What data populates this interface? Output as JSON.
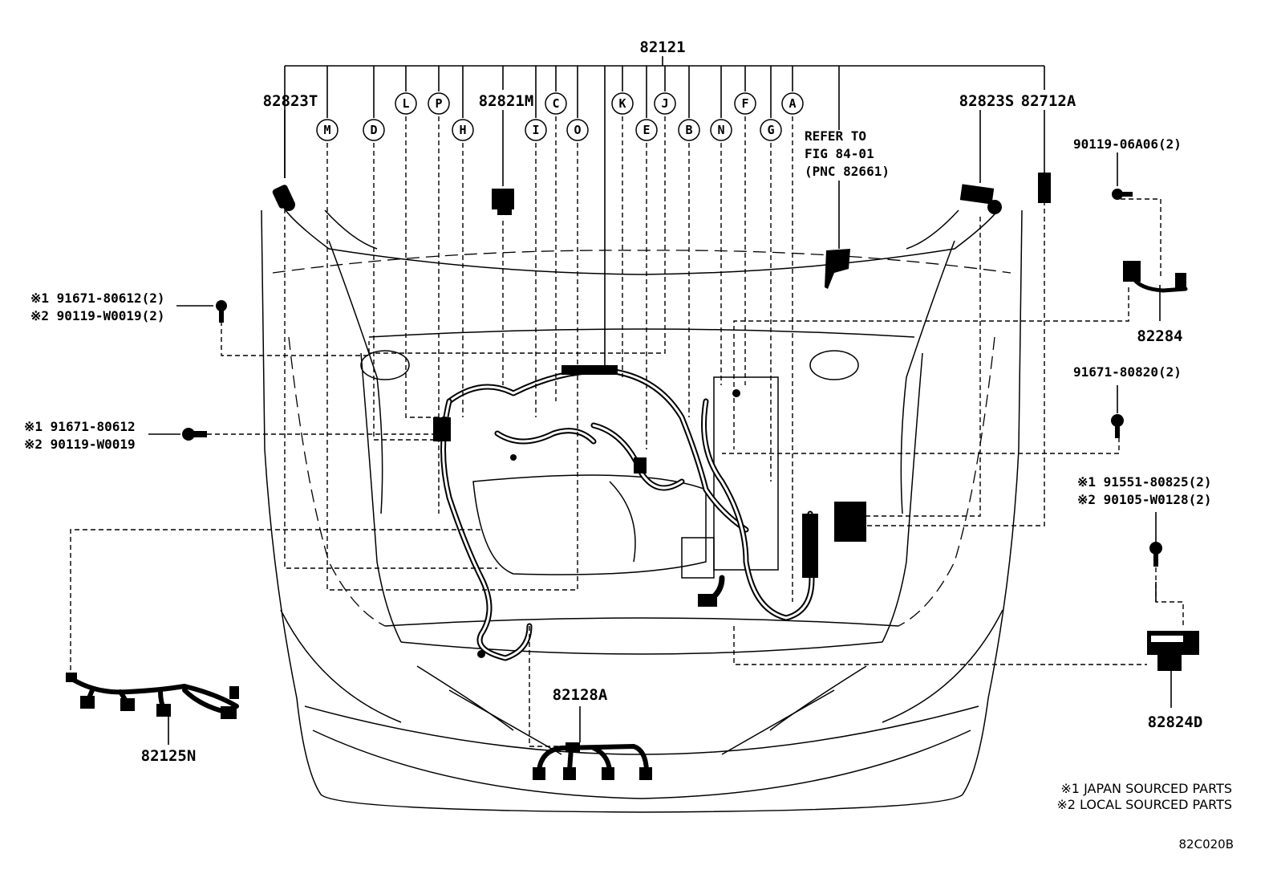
{
  "parts": {
    "p82121": "82121",
    "p82823T": "82823T",
    "p82821M": "82821M",
    "p82823S": "82823S",
    "p82712A": "82712A",
    "p82284": "82284",
    "p82125N": "82125N",
    "p82128A": "82128A",
    "p82824D": "82824D"
  },
  "fasteners": {
    "f1_line1": "※1 91671-80612(2)",
    "f1_line2": "※2 90119-W0019(2)",
    "f2_line1": "※1 91671-80612",
    "f2_line2": "※2 90119-W0019",
    "f3": "90119-06A06(2)",
    "f4": "91671-80820(2)",
    "f5_line1": "※1 91551-80825(2)",
    "f5_line2": "※2 90105-W0128(2)"
  },
  "refer": {
    "line1": "REFER TO",
    "line2": "FIG 84-01",
    "line3": "(PNC 82661)"
  },
  "callouts": [
    "M",
    "D",
    "L",
    "P",
    "H",
    "C",
    "I",
    "O",
    "K",
    "J",
    "E",
    "B",
    "N",
    "F",
    "G",
    "A"
  ],
  "notes": {
    "n1": "※1 JAPAN SOURCED PARTS",
    "n2": "※2 LOCAL SOURCED PARTS"
  },
  "figure_code": "82C020B"
}
